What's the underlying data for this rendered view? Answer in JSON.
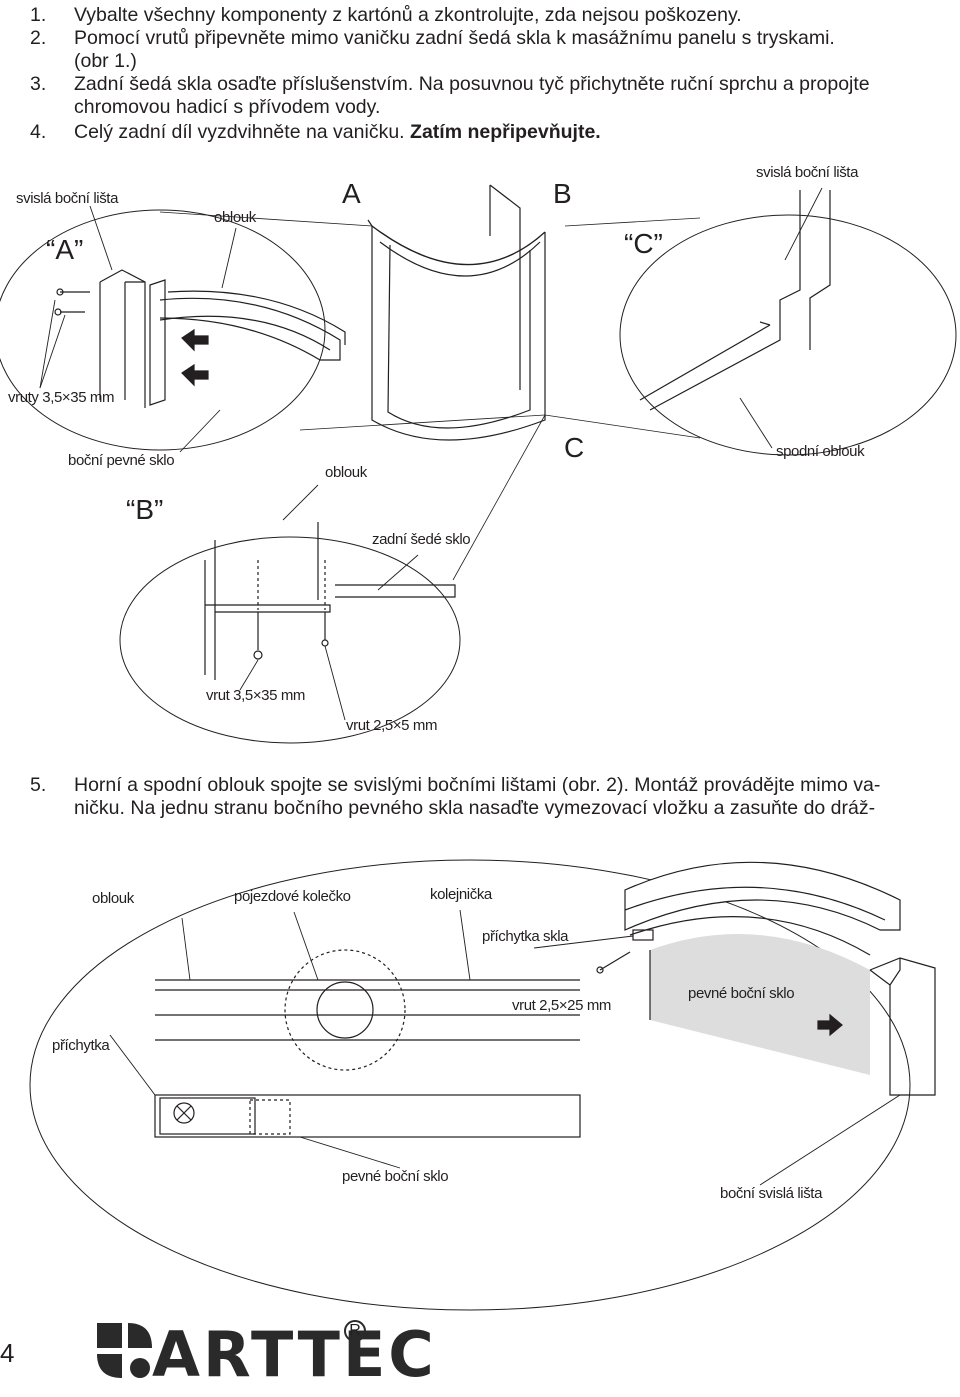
{
  "instructions": {
    "step1": {
      "num": "1.",
      "text": "Vybalte všechny komponenty z kartónů a zkontrolujte, zda nejsou poškozeny."
    },
    "step2": {
      "num": "2.",
      "text": "Pomocí vrutů připevněte mimo vaničku zadní šedá skla k masážnímu panelu s tryskami.",
      "cont": "(obr 1.)"
    },
    "step3": {
      "num": "3.",
      "text": "Zadní šedá skla osaďte příslušenstvím. Na posuvnou tyč přichytněte ruční sprchu a propojte",
      "cont": "chromovou hadicí s přívodem vody."
    },
    "step4": {
      "num": "4.",
      "text": "Celý zadní díl vyzdvihněte na vaničku.",
      "bold": "Zatím nepřipevňujte."
    },
    "step5": {
      "num": "5.",
      "text": "Horní a spodní oblouk spojte se svislými bočními lištami (obr. 2). Montáž provádějte mimo va-",
      "cont": "ničku. Na jednu stranu bočního pevného skla nasaďte vymezovací vložku a zasuňte do dráž-"
    }
  },
  "figure1": {
    "labels": {
      "svisla_bocni_lista_left": "svislá boční lišta",
      "oblouk_top": "oblouk",
      "letter_A": "A",
      "letter_B": "B",
      "svisla_bocni_lista_right": "svislá boční lišta",
      "detail_A": "“A”",
      "detail_C": "“C”",
      "vruty": "vruty 3,5×35 mm",
      "bocni_pevne_sklo": "boční pevné sklo",
      "oblouk_mid": "oblouk",
      "letter_C": "C",
      "spodni_oblouk": "spodní oblouk",
      "detail_B": "“B”",
      "zadni_sede_sklo": "zadní šedé sklo",
      "vrut_35": "vrut 3,5×35 mm",
      "vrut_25x5": "vrut 2,5×5 mm"
    }
  },
  "figure2": {
    "labels": {
      "oblouk": "oblouk",
      "pojezdove_kolecko": "pojezdové kolečko",
      "kolejnicka": "kolejnička",
      "prichytka_skla": "příchytka skla",
      "vrut_25x25": "vrut 2,5×25 mm",
      "pevne_bocni_sklo_right": "pevné boční sklo",
      "prichytka": "příchytka",
      "pevne_bocni_sklo_bottom": "pevné boční sklo",
      "bocni_svisla_lista": "boční svislá lišta"
    }
  },
  "footer": {
    "page_number": "4",
    "brand": "ARTTEC",
    "registered": "R"
  }
}
